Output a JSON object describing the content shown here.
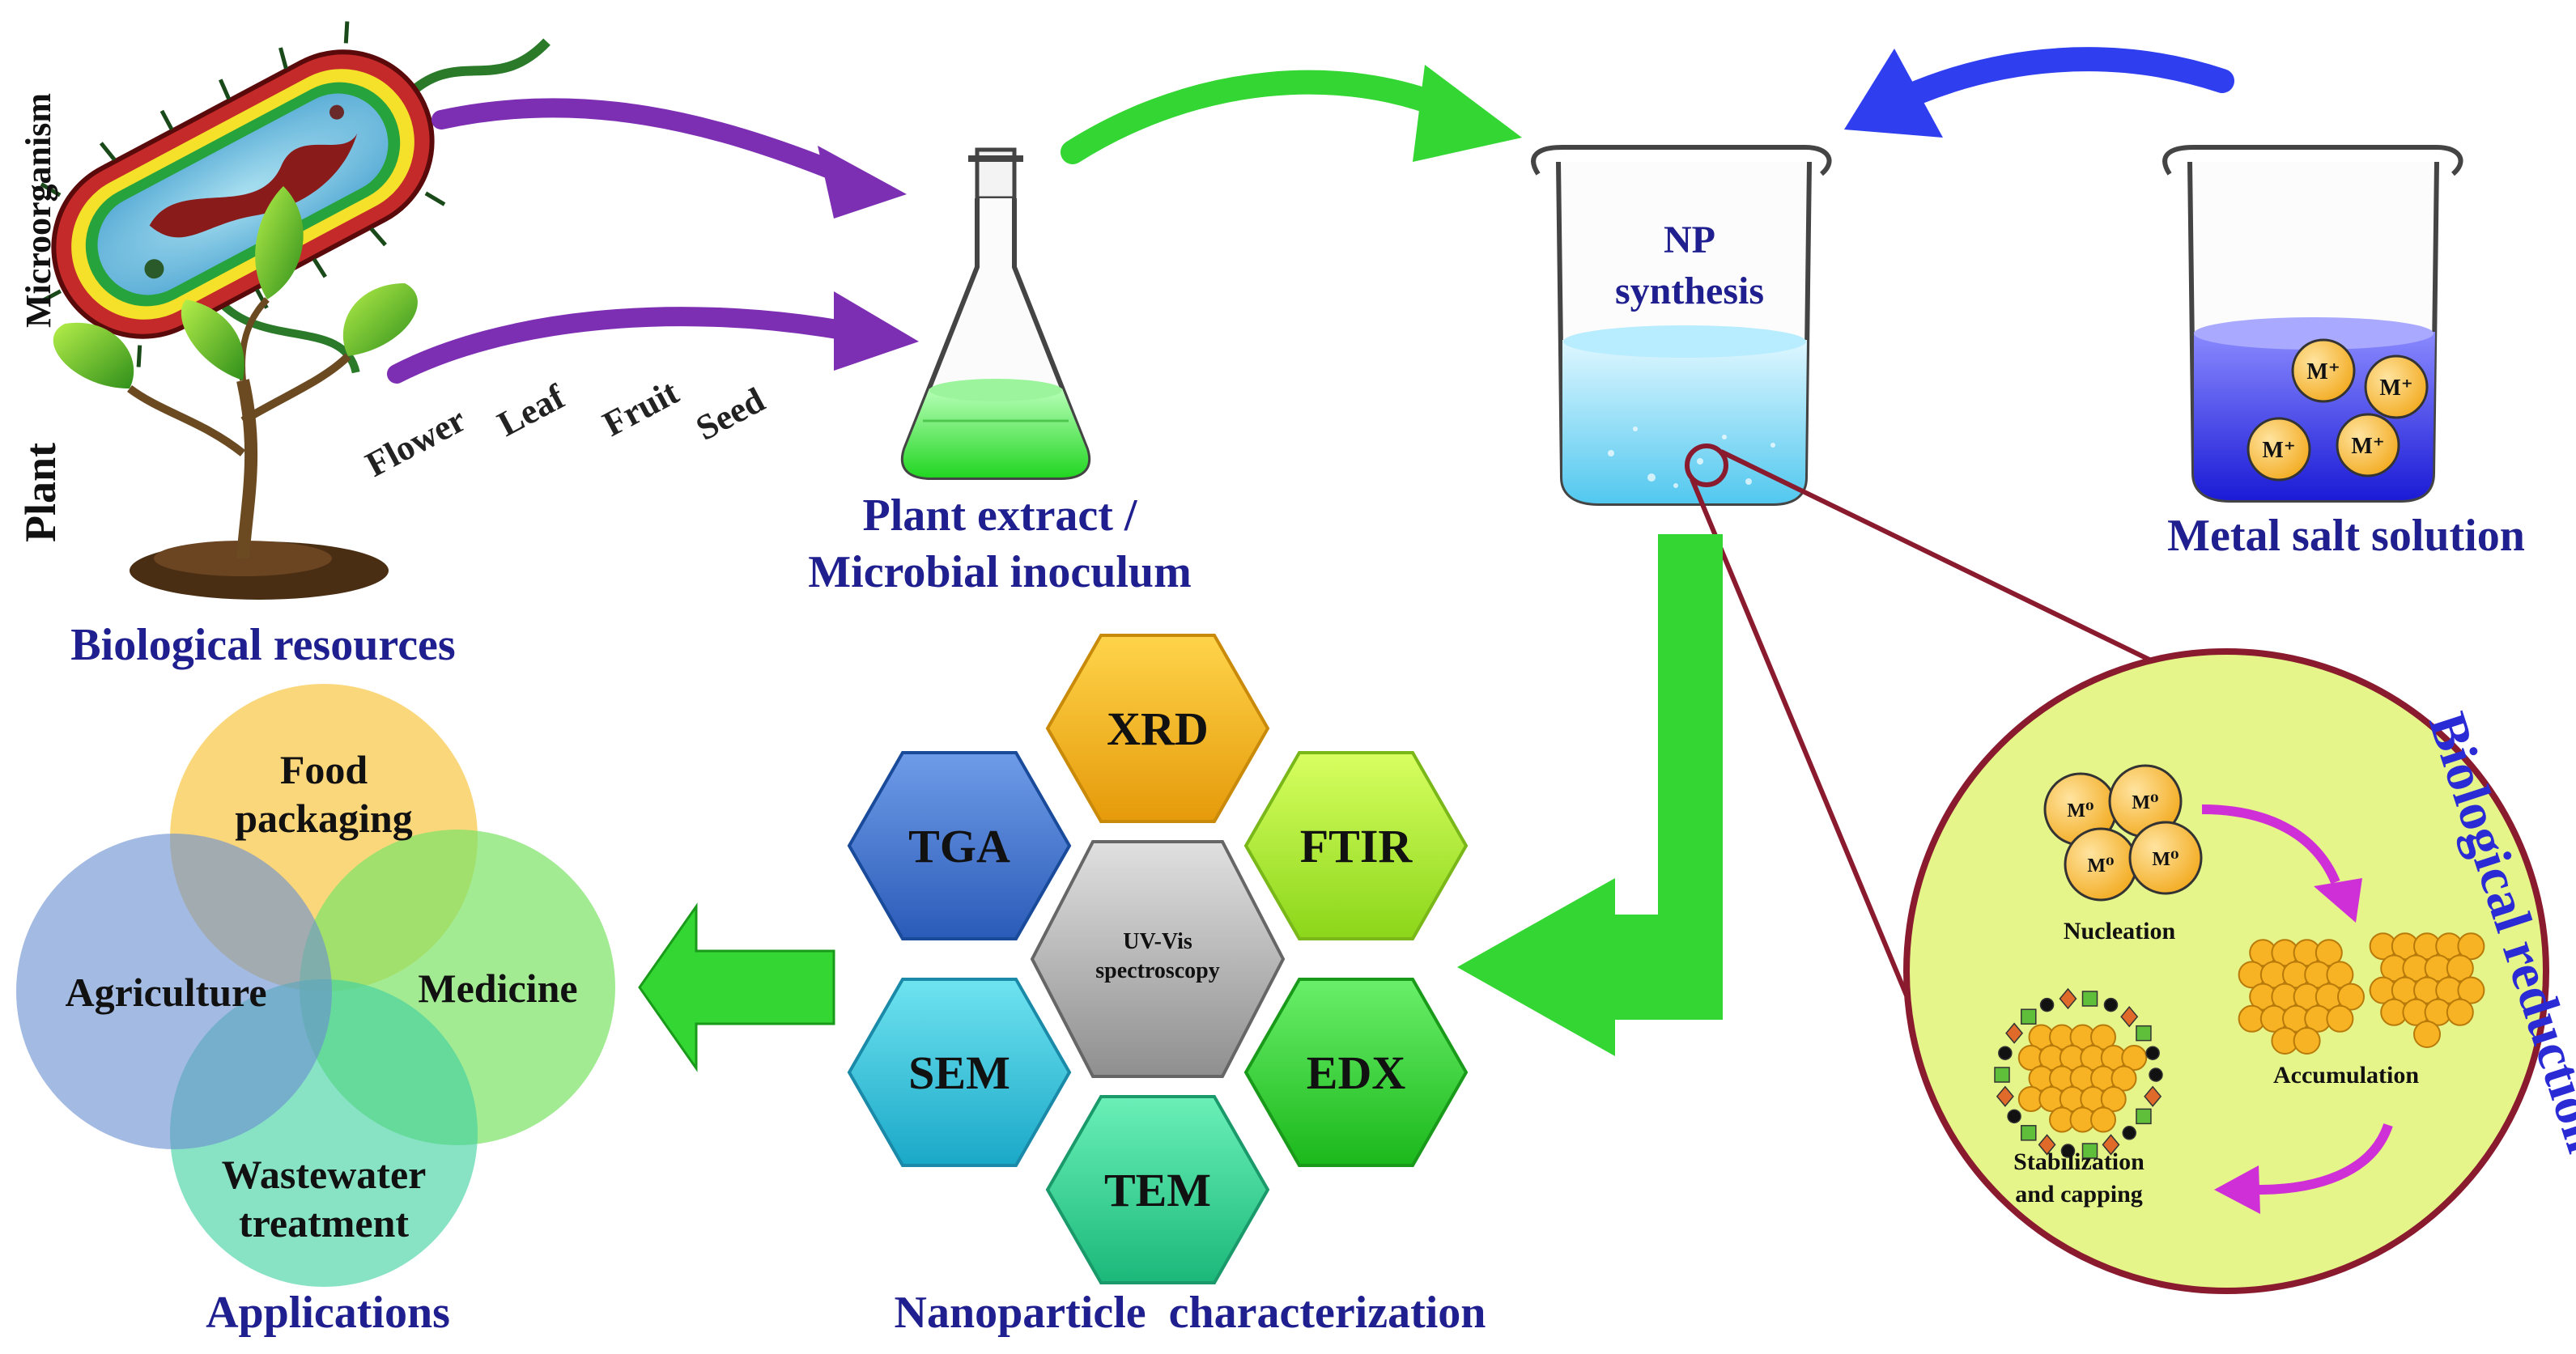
{
  "biological": {
    "side_labels": {
      "microorganism": "Microorganism",
      "plant": "Plant"
    },
    "plant_parts": [
      "Flower",
      "Leaf",
      "Fruit",
      "Seed"
    ],
    "caption": "Biological resources"
  },
  "extract": {
    "line1": "Plant extract /",
    "line2": "Microbial inoculum"
  },
  "synthesis": {
    "line1": "NP",
    "line2": "synthesis"
  },
  "metal_salt": {
    "caption": "Metal salt solution",
    "ion_label": "M⁺"
  },
  "reduction": {
    "title": "Biological reduction",
    "nucleation": "Nucleation",
    "accumulation": "Accumulation",
    "stabilization_line1": "Stabilization",
    "stabilization_line2": "and capping",
    "atom_label": "M⁰"
  },
  "characterization": {
    "caption": "Nanoparticle  characterization",
    "center_line1": "UV-Vis",
    "center_line2": "spectroscopy",
    "techniques": [
      "XRD",
      "FTIR",
      "EDX",
      "TEM",
      "SEM",
      "TGA"
    ]
  },
  "applications": {
    "caption": "Applications",
    "food_line1": "Food",
    "food_line2": "packaging",
    "agriculture": "Agriculture",
    "medicine": "Medicine",
    "wastewater_line1": "Wastewater",
    "wastewater_line2": "treatment"
  },
  "colors": {
    "navy_text": "#1f1f8f",
    "blue_title": "#2b2bd6",
    "purple_arrow": "#7d2fb3",
    "green_arrow": "#33d633",
    "blue_arrow": "#2f3ff0",
    "magenta_arrow": "#cf2fd6",
    "maroon": "#8a1b2e",
    "circle_fill": "#e6f58a",
    "particle": "#f7b323"
  }
}
